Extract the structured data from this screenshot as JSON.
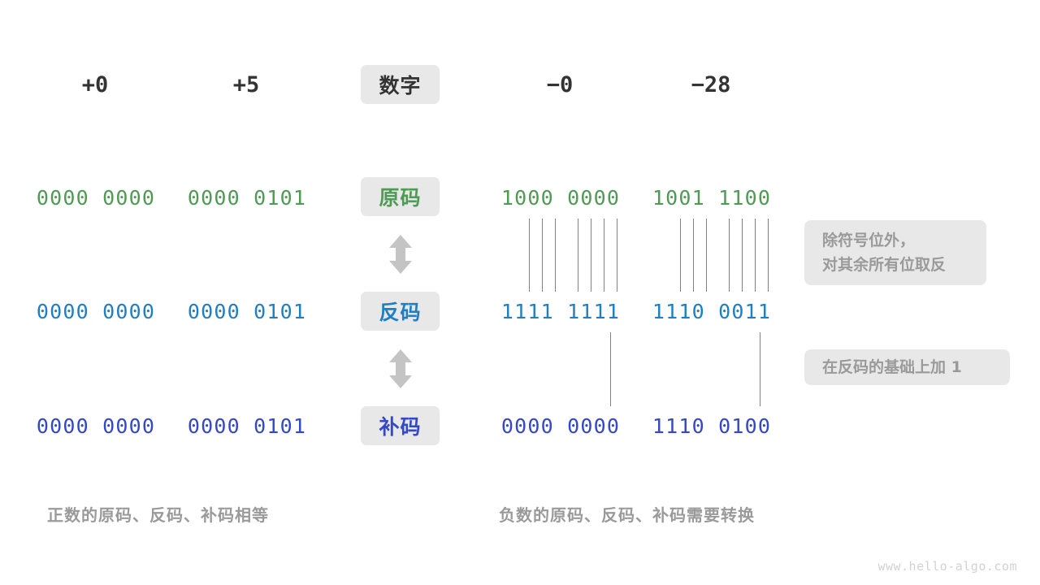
{
  "diagram": {
    "title_row": {
      "label_badge": "数字",
      "columns": [
        "+0",
        "+5",
        "−0",
        "−28"
      ]
    },
    "rows": [
      {
        "key": "sign_magnitude",
        "badge": "原码",
        "color": "#4f9a55",
        "values": {
          "plus0": "0000 0000",
          "plus5": "0000 0101",
          "minus0": "1000 0000",
          "minus28": "1001 1100"
        }
      },
      {
        "key": "ones_complement",
        "badge": "反码",
        "color": "#1f7fc4",
        "values": {
          "plus0": "0000 0000",
          "plus5": "0000 0101",
          "minus0": "1111 1111",
          "minus28": "1110 0011"
        }
      },
      {
        "key": "twos_complement",
        "badge": "补码",
        "color": "#3448c8",
        "values": {
          "plus0": "0000 0000",
          "plus5": "0000 0101",
          "minus0": "0000 0000",
          "minus28": "1110 0100"
        }
      }
    ],
    "notes": [
      {
        "key": "invert_note",
        "line1": "除符号位外，",
        "line2": "对其余所有位取反"
      },
      {
        "key": "add_one_note",
        "line1": "在反码的基础上加 1",
        "line2": ""
      }
    ],
    "captions": {
      "left": "正数的原码、反码、补码相等",
      "right": "负数的原码、反码、补码需要转换"
    },
    "watermark": "www.hello-algo.com",
    "colors": {
      "badge_bg": "#e8e8e8",
      "text_dark": "#333333",
      "muted": "#9a9a9a",
      "line": "#808080",
      "arrow": "#c4c4c4",
      "green": "#4f9a55",
      "blue": "#1f7fc4",
      "indigo": "#3448c8"
    }
  }
}
